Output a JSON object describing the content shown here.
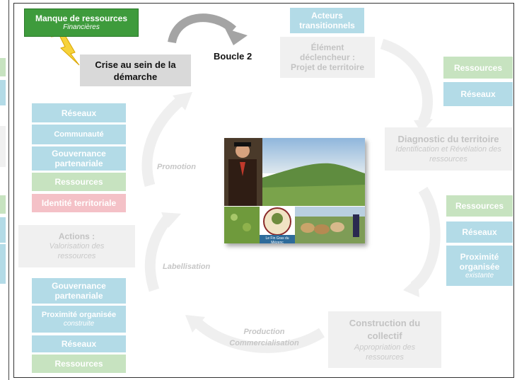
{
  "crisis_alert": {
    "title": "Manque de ressources",
    "subtitle": "Financières"
  },
  "crisis_box": {
    "label": "Crise au sein de la démarche"
  },
  "loop_label": "Boucle 2",
  "top_nodes": {
    "acteurs": "Acteurs transitionnels",
    "element_title": "Élément déclencheur :",
    "element_sub": "Projet de territoire"
  },
  "diagnostic": {
    "title": "Diagnostic du territoire",
    "sub": "Identification et Révélation des ressources"
  },
  "construction": {
    "title": "Construction du collectif",
    "sub": "Appropriation des ressources"
  },
  "actions": {
    "title": "Actions :",
    "sub": "Valorisation des ressources"
  },
  "cycle_labels": {
    "promotion": "Promotion",
    "labellisation": "Labellisation",
    "production": "Production Commercialisation"
  },
  "right_top": [
    "Ressources",
    "Réseaux"
  ],
  "right_mid": {
    "ressources": "Ressources",
    "reseaux": "Réseaux",
    "proximite": "Proximité organisée",
    "proximite_sub": "existante"
  },
  "left_top": [
    "Réseaux",
    "Communauté",
    "Gouvernance partenariale",
    "Ressources",
    "Identité territoriale"
  ],
  "left_bottom": {
    "gouvernance": "Gouvernance partenariale",
    "proximite": "Proximité organisée",
    "proximite_sub": "construite",
    "reseaux": "Réseaux",
    "ressources": "Ressources"
  },
  "photo_caption": "Le Fin Gras du Mézenc",
  "colors": {
    "alert_green": "#3e9b3c",
    "blue": "#b3dbe7",
    "green": "#c7e3c0",
    "pink": "#f4c1c7",
    "gray": "#f0f0f0",
    "lightning": "#f6d23a"
  }
}
